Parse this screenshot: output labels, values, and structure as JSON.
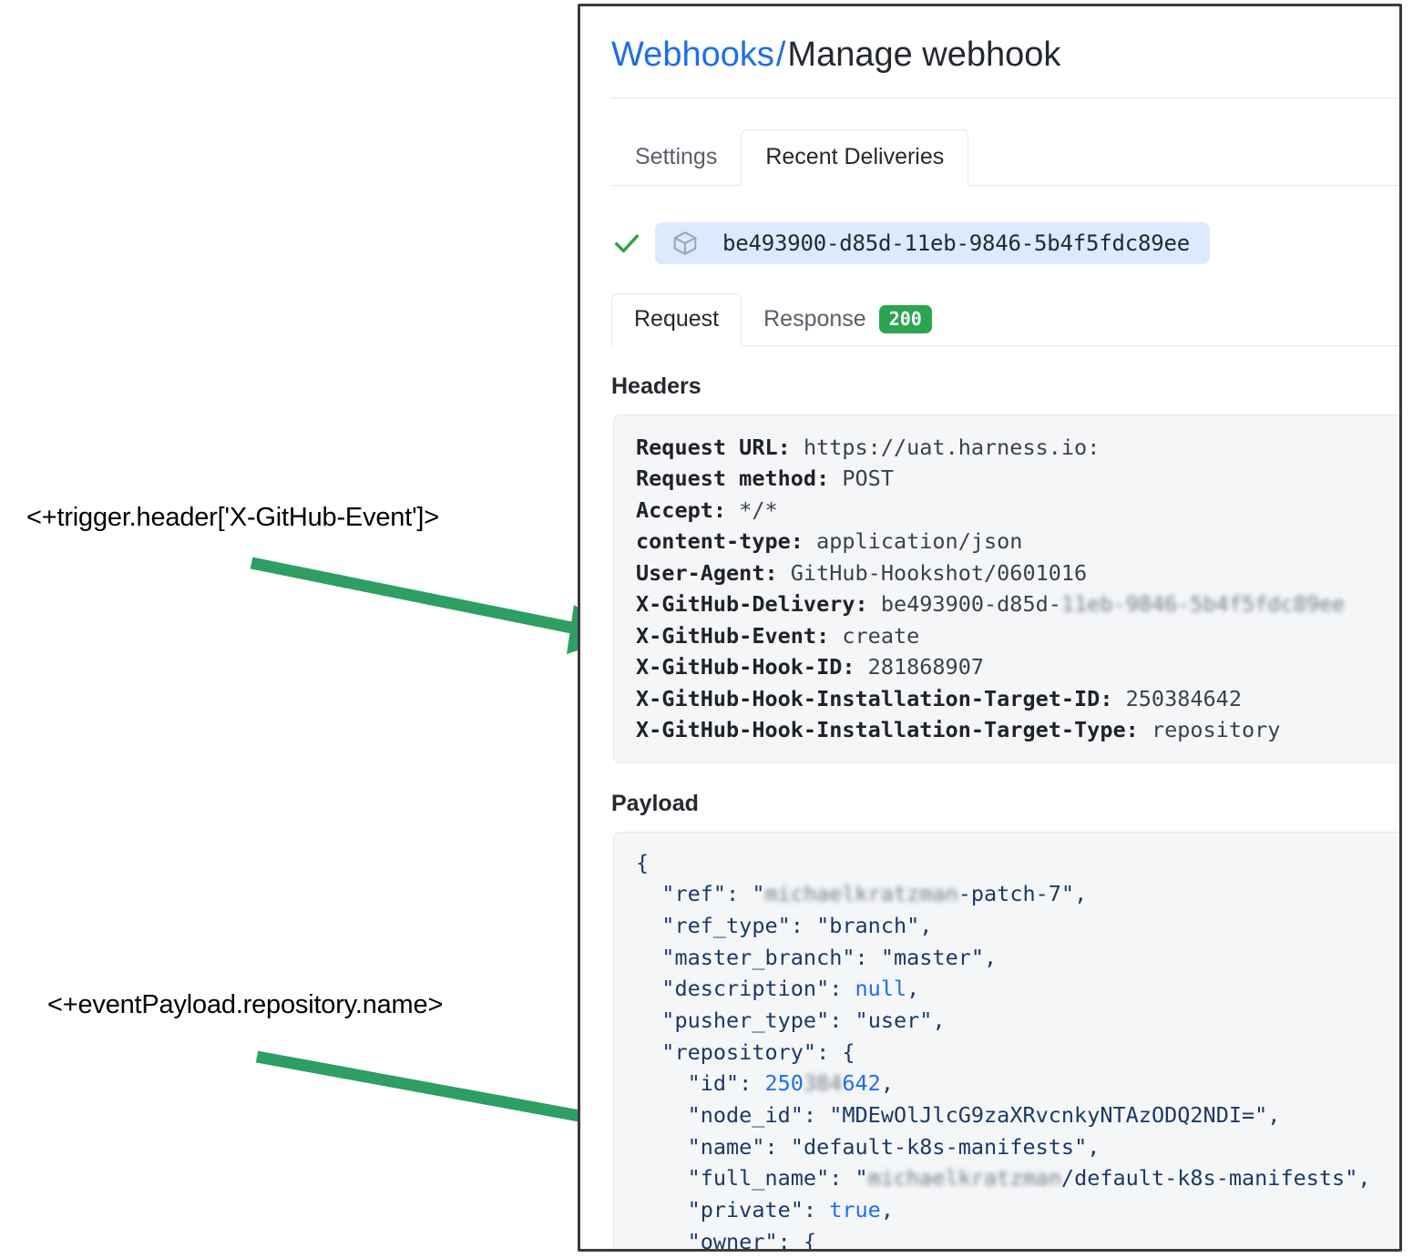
{
  "annotations": [
    {
      "text": "<+trigger.header['X-GitHub-Event']>",
      "arrow_color": "#2e9e63"
    },
    {
      "text": "<+eventPayload.repository.name>",
      "arrow_color": "#2e9e63"
    }
  ],
  "panel": {
    "breadcrumb": {
      "link": "Webhooks",
      "separator": "/",
      "current": "Manage webhook"
    },
    "tabs": [
      {
        "label": "Settings",
        "active": false
      },
      {
        "label": "Recent Deliveries",
        "active": true
      }
    ],
    "delivery": {
      "status_icon": "check-icon",
      "package_icon": "cube-icon",
      "id": "be493900-d85d-11eb-9846-5b4f5fdc89ee"
    },
    "detail_tabs": [
      {
        "label": "Request",
        "active": true,
        "badge": null
      },
      {
        "label": "Response",
        "active": false,
        "badge": "200"
      }
    ],
    "badge_color": "#2da44e",
    "headers_section": {
      "title": "Headers",
      "rows": [
        {
          "key": "Request URL:",
          "value": "https://uat.harness.io:"
        },
        {
          "key": "Request method:",
          "value": "POST"
        },
        {
          "key": "Accept:",
          "value": "*/*"
        },
        {
          "key": "content-type:",
          "value": "application/json"
        },
        {
          "key": "User-Agent:",
          "value": "GitHub-Hookshot/0601016"
        },
        {
          "key": "X-GitHub-Delivery:",
          "value": "be493900-d85d-",
          "redacted": "11eb-9846-5b4f5fdc89ee"
        },
        {
          "key": "X-GitHub-Event:",
          "value": "create"
        },
        {
          "key": "X-GitHub-Hook-ID:",
          "value": "281868907"
        },
        {
          "key": "X-GitHub-Hook-Installation-Target-ID:",
          "value": "250384642"
        },
        {
          "key": "X-GitHub-Hook-Installation-Target-Type:",
          "value": "repository"
        }
      ]
    },
    "payload_section": {
      "title": "Payload",
      "lines": [
        {
          "indent": 0,
          "text": "{"
        },
        {
          "indent": 1,
          "key": "\"ref\"",
          "redacted": "michaelkratzman",
          "value": "-patch-7",
          "quoted": true,
          "trailing": ","
        },
        {
          "indent": 1,
          "key": "\"ref_type\"",
          "value": "branch",
          "quoted": true,
          "trailing": ","
        },
        {
          "indent": 1,
          "key": "\"master_branch\"",
          "value": "master",
          "quoted": true,
          "trailing": ","
        },
        {
          "indent": 1,
          "key": "\"description\"",
          "value": "null",
          "literal": true,
          "trailing": ","
        },
        {
          "indent": 1,
          "key": "\"pusher_type\"",
          "value": "user",
          "quoted": true,
          "trailing": ","
        },
        {
          "indent": 1,
          "key": "\"repository\"",
          "value": "{",
          "raw": true
        },
        {
          "indent": 2,
          "key": "\"id\"",
          "value": "250",
          "redacted_mid": "384",
          "value2": "642",
          "number": true,
          "trailing": ","
        },
        {
          "indent": 2,
          "key": "\"node_id\"",
          "value": "MDEwOlJlcG9zaXRvcnkyNTAzODQ2NDI=",
          "quoted": true,
          "trailing": ","
        },
        {
          "indent": 2,
          "key": "\"name\"",
          "value": "default-k8s-manifests",
          "quoted": true,
          "trailing": ","
        },
        {
          "indent": 2,
          "key": "\"full_name\"",
          "redacted": "michaelkratzman",
          "value": "/default-k8s-manifests",
          "quoted": true,
          "trailing": ","
        },
        {
          "indent": 2,
          "key": "\"private\"",
          "value": "true",
          "literal": true,
          "trailing": ","
        },
        {
          "indent": 2,
          "key": "\"owner\"",
          "value": "{",
          "raw": true
        }
      ]
    }
  }
}
